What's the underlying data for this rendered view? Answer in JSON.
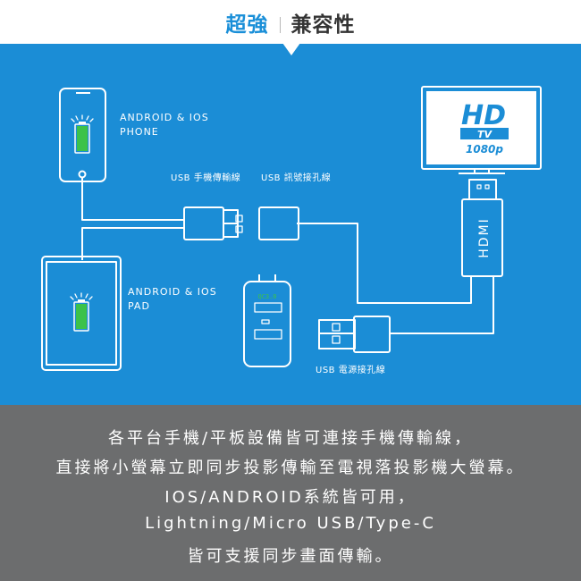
{
  "header": {
    "title_highlight": "超強",
    "title_main": "兼容性"
  },
  "diagram": {
    "phone_label_line1": "ANDROID & IOS",
    "phone_label_line2": "PHONE",
    "pad_label_line1": "ANDROID & IOS",
    "pad_label_line2": "PAD",
    "usb_phone_cable_label": "USB 手機傳輸線",
    "usb_signal_port_label": "USB 訊號接孔線",
    "usb_power_port_label": "USB 電源接孔線",
    "tv_hd": "HD",
    "tv_tv": "TV",
    "tv_resolution": "1080p",
    "hdmi_label": "HDMI",
    "charger_display": "QC3.0",
    "accent_color": "#1b8dd6",
    "battery_color": "#3cc24a"
  },
  "bottom_text": {
    "line1": "各平台手機/平板設備皆可連接手機傳輸線，",
    "line2": "直接將小螢幕立即同步投影傳輸至電視落投影機大螢幕。",
    "line3": "IOS/ANDROID系統皆可用，",
    "line4": "Lightning/Micro USB/Type-C",
    "line5": "皆可支援同步畫面傳輸。"
  }
}
